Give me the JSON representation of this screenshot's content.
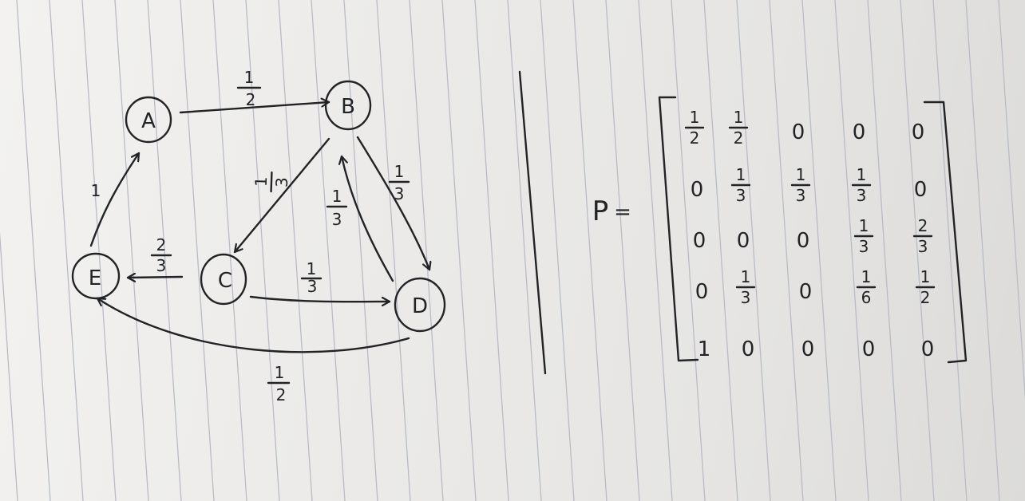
{
  "graph": {
    "nodes": [
      "A",
      "B",
      "C",
      "D",
      "E"
    ],
    "edges": [
      {
        "from": "A",
        "to": "B",
        "num": "1",
        "den": "2"
      },
      {
        "from": "B",
        "to": "C",
        "num": "1",
        "den": "3"
      },
      {
        "from": "B",
        "to": "D",
        "num": "1",
        "den": "3"
      },
      {
        "from": "D",
        "to": "B",
        "num": "1",
        "den": "3"
      },
      {
        "from": "C",
        "to": "E",
        "num": "2",
        "den": "3"
      },
      {
        "from": "C",
        "to": "D",
        "num": "1",
        "den": "3"
      },
      {
        "from": "D",
        "to": "E",
        "num": "1",
        "den": "2"
      },
      {
        "from": "E",
        "to": "A",
        "label": "1"
      }
    ]
  },
  "matrix": {
    "name": "P",
    "equals": "=",
    "columns": [
      [
        "1/2",
        "0",
        "0",
        "0",
        "1"
      ],
      [
        "1/2",
        "1/3",
        "0",
        "1/3",
        "0"
      ],
      [
        "0",
        "1/3",
        "0",
        "0",
        "0"
      ],
      [
        "0",
        "1/3",
        "1/3",
        "1/6",
        "0"
      ],
      [
        "0",
        "0",
        "2/3",
        "1/2",
        "0"
      ]
    ]
  }
}
